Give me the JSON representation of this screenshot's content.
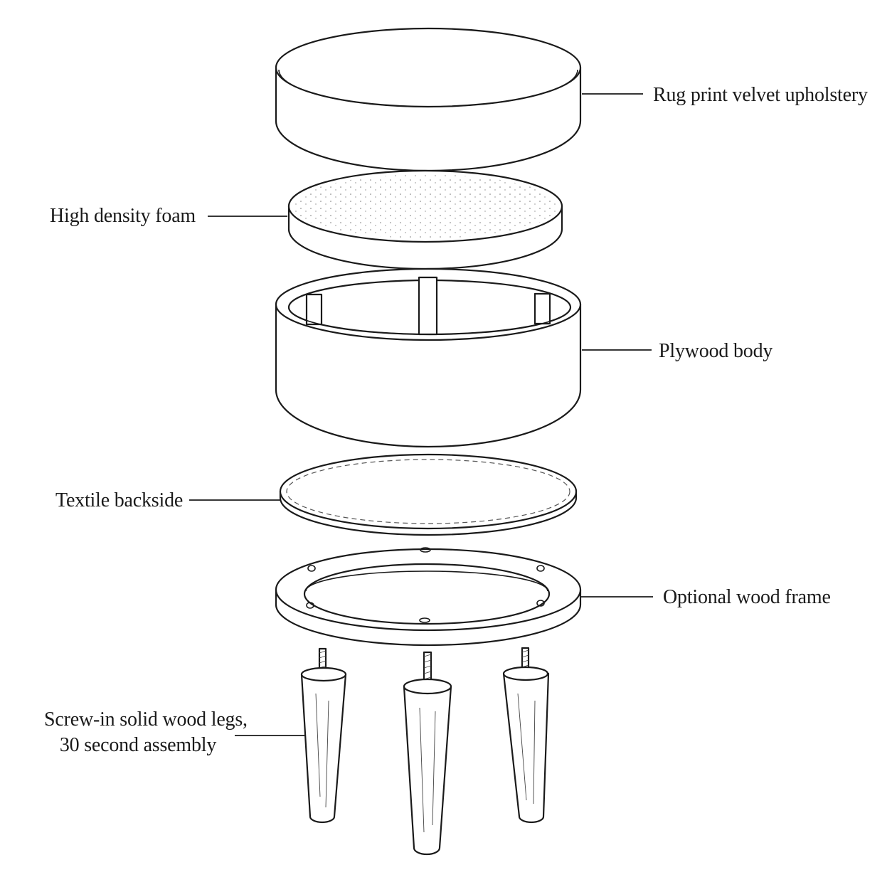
{
  "labels": {
    "upholstery": "Rug print velvet upholstery",
    "foam": "High density foam",
    "body": "Plywood body",
    "backside": "Textile backside",
    "frame": "Optional wood frame",
    "legs_line1": "Screw-in solid wood legs,",
    "legs_line2": "30 second assembly"
  },
  "colors": {
    "stroke": "#1a1a1a",
    "background": "#ffffff"
  }
}
